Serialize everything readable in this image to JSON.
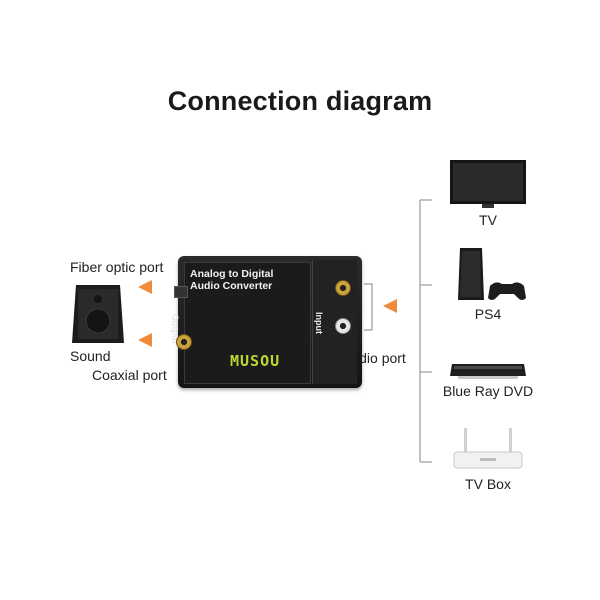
{
  "title": "Connection diagram",
  "labels": {
    "fiber_optic_port": "Fiber optic port",
    "sound": "Sound",
    "coaxial_port": "Coaxial port",
    "audio_port": "Audio port"
  },
  "converter": {
    "title_line1": "Analog to Digital",
    "title_line2": "Audio Converter",
    "output_label": "Output",
    "input_label": "Input",
    "brand": "MUSOU"
  },
  "devices": [
    {
      "label": "TV",
      "icon": "tv-icon"
    },
    {
      "label": "PS4",
      "icon": "game-console-icon"
    },
    {
      "label": "Blue Ray DVD",
      "icon": "bluray-player-icon"
    },
    {
      "label": "TV Box",
      "icon": "router-box-icon"
    }
  ],
  "colors": {
    "arrow": "#f08a3c",
    "line": "#9a9a9a",
    "brand_green": "#b8d832",
    "title": "#1a1a1a"
  }
}
